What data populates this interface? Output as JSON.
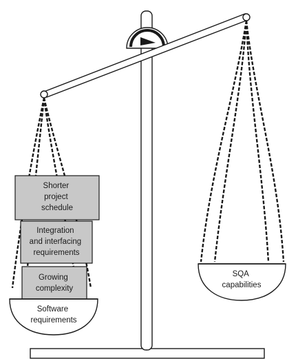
{
  "figure": {
    "left_pan": {
      "label_lines": [
        "Software",
        "requirements"
      ],
      "weights": [
        {
          "lines": [
            "Shorter",
            "project",
            "schedule"
          ]
        },
        {
          "lines": [
            "Integration",
            "and interfacing",
            "requirements"
          ]
        },
        {
          "lines": [
            "Growing",
            "complexity"
          ]
        }
      ]
    },
    "right_pan": {
      "label_lines": [
        "SQA",
        "capabilities"
      ]
    },
    "colors": {
      "stroke": "#1a1a1a",
      "weight_fill": "#c8c8c8",
      "background": "#ffffff"
    }
  }
}
